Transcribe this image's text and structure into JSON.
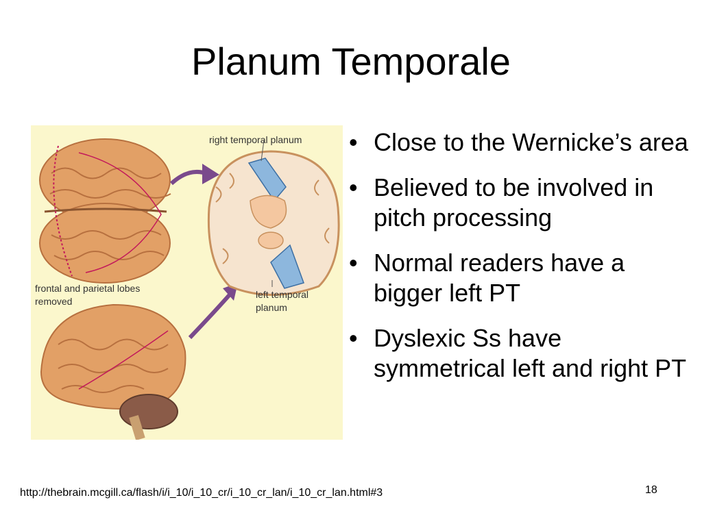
{
  "slide": {
    "title": "Planum Temporale",
    "bullets": [
      "Close to the Wernicke’s area",
      "Believed to be involved in pitch processing",
      "Normal readers have a bigger left PT",
      "Dyslexic Ss have symmetrical left and right PT"
    ],
    "source_url": "http://thebrain.mcgill.ca/flash/i/i_10/i_10_cr/i_10_cr_lan/i_10_cr_lan.html#3",
    "page_number": "18"
  },
  "figure": {
    "label_right": "right temporal planum",
    "label_frontal": "frontal and parietal lobes removed",
    "label_left": "left temporal planum"
  },
  "colors": {
    "figure_bg": "#fbf7cc",
    "brain": "#e2a066",
    "brain_dark": "#b7703f",
    "planum": "#8db7dd",
    "arrow": "#7a4a8c",
    "cut_line": "#c2185b"
  }
}
